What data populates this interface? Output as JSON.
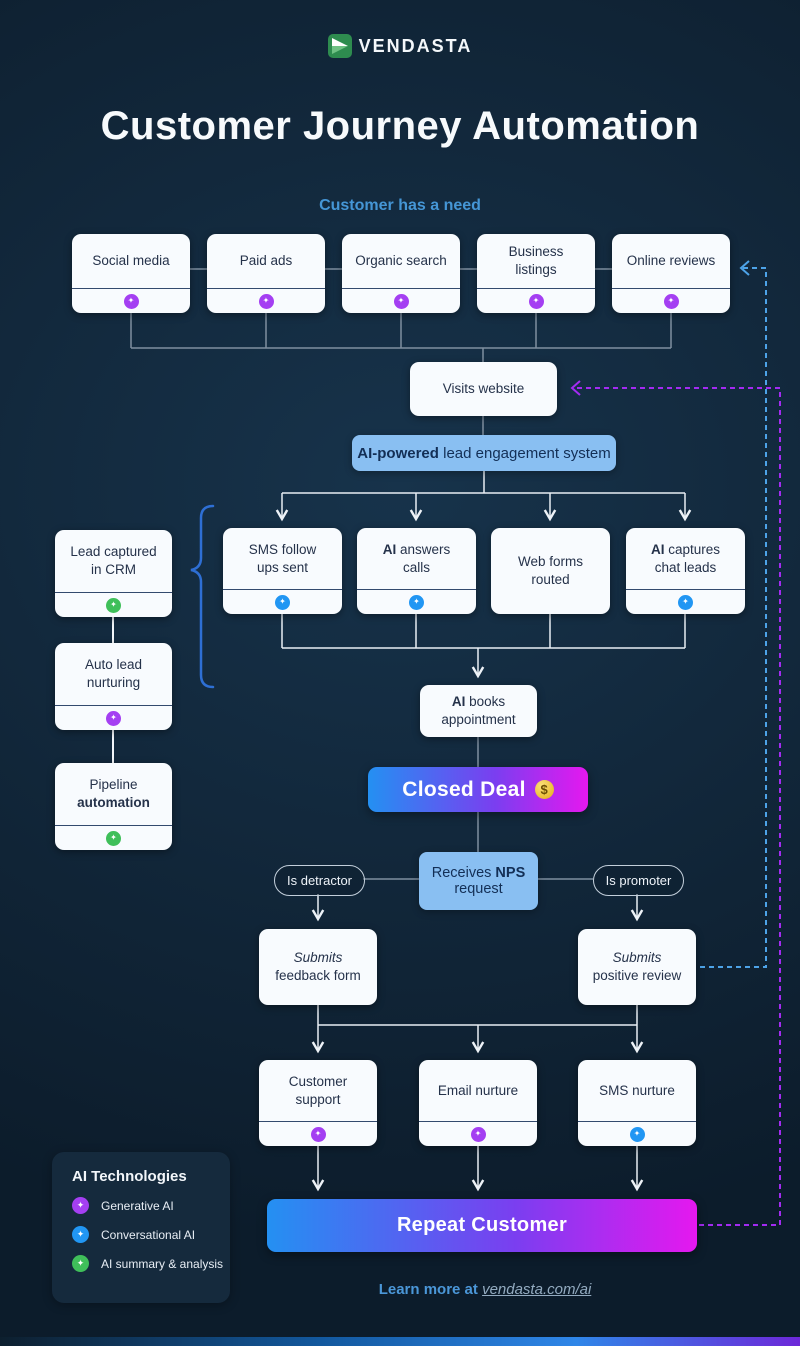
{
  "brand": {
    "logo_text": "VENDASTA"
  },
  "title": "Customer Journey Automation",
  "intro_label": "Customer has a need",
  "icons": {
    "sparkle": "✦",
    "dollar": "$"
  },
  "colors": {
    "generative_ai": "#a43ff2",
    "conversational_ai": "#2196f3",
    "ai_summary_analysis": "#3fbf5a",
    "gradient_start": "#2490f2",
    "gradient_end": "#e518ef",
    "dashed_loop_blue": "#4da3e8",
    "dashed_loop_purple": "#a32bf2",
    "highlight_blue": "#89bff2"
  },
  "channels": {
    "social": {
      "label": "Social media"
    },
    "paid": {
      "label": "Paid ads"
    },
    "organic": {
      "label": "Organic search"
    },
    "listings": {
      "label": "Business\nlistings"
    },
    "reviews": {
      "label": "Online reviews"
    }
  },
  "visits": {
    "label": "Visits website"
  },
  "engagement_banner": {
    "bold": "AI-powered",
    "rest": " lead engagement system"
  },
  "engagement": {
    "sms": {
      "label": "SMS follow\nups sent"
    },
    "answers": {
      "bold": "AI",
      "rest": " answers\ncalls"
    },
    "webforms": {
      "label": "Web forms\nrouted"
    },
    "chat": {
      "bold": "AI",
      "rest": " captures\nchat leads"
    }
  },
  "crm_column": {
    "captured": {
      "label": "Lead captured\nin CRM"
    },
    "nurturing": {
      "label": "Auto lead\nnurturing"
    },
    "pipeline": {
      "pre": "Pipeline\n",
      "bold": "automation"
    }
  },
  "appointment": {
    "bold": "AI",
    "rest": " books\nappointment"
  },
  "closed_deal": {
    "label": "Closed Deal"
  },
  "nps": {
    "pre": "Receives ",
    "bold": "NPS",
    "post": "\nrequest"
  },
  "branches": {
    "detractor": {
      "label": "Is detractor"
    },
    "promoter": {
      "label": "Is promoter"
    }
  },
  "feedback": {
    "italic": "Submits",
    "rest": "feedback form"
  },
  "review": {
    "italic": "Submits",
    "rest": "positive review"
  },
  "retention": {
    "support": {
      "label": "Customer\nsupport"
    },
    "email": {
      "label": "Email nurture"
    },
    "sms": {
      "label": "SMS nurture"
    }
  },
  "repeat_banner": {
    "label": "Repeat Customer"
  },
  "legend": {
    "title": "AI Technologies",
    "items": [
      {
        "label": "Generative AI"
      },
      {
        "label": "Conversational AI"
      },
      {
        "label": "AI summary & analysis"
      }
    ]
  },
  "footer": {
    "pre": "Learn more at ",
    "link": "vendasta.com/ai"
  }
}
